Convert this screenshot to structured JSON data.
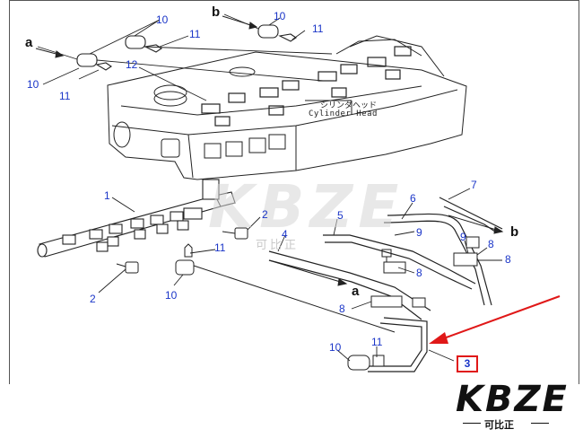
{
  "callouts": {
    "c10a": "10",
    "c11a": "11",
    "c10b": "10",
    "c11b": "11",
    "c10c": "10",
    "c11c": "11",
    "c12": "12",
    "c1": "1",
    "c2a": "2",
    "c2b": "2",
    "c4": "4",
    "c5": "5",
    "c6": "6",
    "c7": "7",
    "c8a": "8",
    "c8b": "8",
    "c8c": "8",
    "c8d": "8",
    "c9a": "9",
    "c9b": "9",
    "c11d": "11",
    "c10d": "10",
    "c11e": "11",
    "c10e": "10",
    "c3": "3"
  },
  "letters": {
    "a1": "a",
    "b1": "b",
    "b2": "b",
    "a2": "a"
  },
  "labels": {
    "cylinder_head_jp": "シリンダヘッド",
    "cylinder_head_en": "Cylinder Head"
  },
  "watermark": {
    "text": "KBZE",
    "sub": "可比正"
  },
  "logo": {
    "text": "KBZE",
    "sub": "可比正"
  },
  "colors": {
    "callout": "#1a35c8",
    "highlight": "#e01818",
    "line": "#222222"
  }
}
